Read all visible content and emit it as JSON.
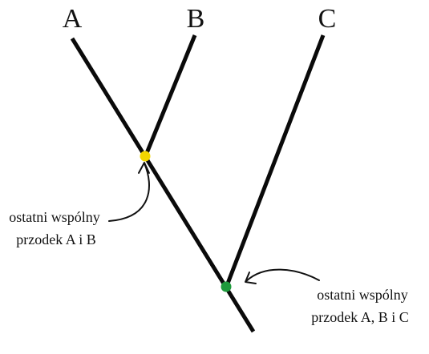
{
  "taxa": {
    "a": "A",
    "b": "B",
    "c": "C"
  },
  "nodes": {
    "ab": {
      "color": "#f2d500",
      "label_line1": "ostatni wspólny",
      "label_line2": "przodek A i B"
    },
    "abc": {
      "color": "#1e9a3c",
      "label_line1": "ostatni wspólny",
      "label_line2": "przodek A, B i C"
    }
  }
}
